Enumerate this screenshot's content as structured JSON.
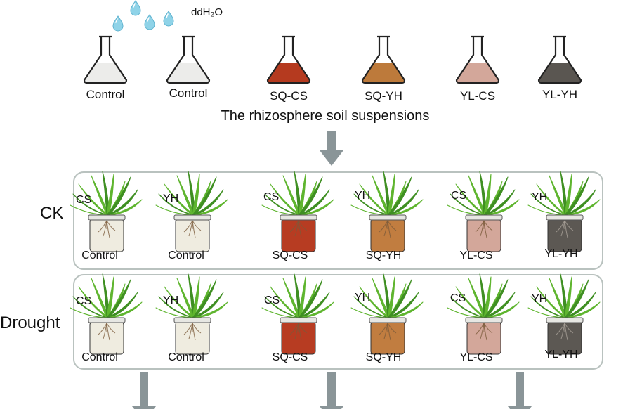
{
  "water_label": "ddH₂O",
  "title": "The rhizosphere soil suspensions",
  "flasks": [
    {
      "label": "Control",
      "fill": "#ececea"
    },
    {
      "label": "Control",
      "fill": "#ececea"
    },
    {
      "label": "SQ-CS",
      "fill": "#b53a1f"
    },
    {
      "label": "SQ-YH",
      "fill": "#bd7a3b"
    },
    {
      "label": "YL-CS",
      "fill": "#d3a79a"
    },
    {
      "label": "YL-YH",
      "fill": "#5a5651"
    }
  ],
  "rows": [
    {
      "label": "CK",
      "pots": [
        {
          "cultivar": "CS",
          "soil": "Control",
          "fill": "#efece0"
        },
        {
          "cultivar": "YH",
          "soil": "Control",
          "fill": "#efece0"
        },
        {
          "cultivar": "CS",
          "soil": "SQ-CS",
          "fill": "#b73c22"
        },
        {
          "cultivar": "YH",
          "soil": "SQ-YH",
          "fill": "#c17d40"
        },
        {
          "cultivar": "CS",
          "soil": "YL-CS",
          "fill": "#d3a79a"
        },
        {
          "cultivar": "YH",
          "soil": "YL-YH",
          "fill": "#5c5853"
        }
      ]
    },
    {
      "label": "Drought",
      "pots": [
        {
          "cultivar": "CS",
          "soil": "Control",
          "fill": "#efece0"
        },
        {
          "cultivar": "YH",
          "soil": "Control",
          "fill": "#efece0"
        },
        {
          "cultivar": "CS",
          "soil": "SQ-CS",
          "fill": "#b73c22"
        },
        {
          "cultivar": "YH",
          "soil": "SQ-YH",
          "fill": "#c17d40"
        },
        {
          "cultivar": "CS",
          "soil": "YL-CS",
          "fill": "#d3a79a"
        },
        {
          "cultivar": "YH",
          "soil": "YL-YH",
          "fill": "#5c5853"
        }
      ]
    }
  ],
  "colors": {
    "arrow": "#8a9598",
    "panel_border": "#b9c2bf",
    "water_drop": "#8fd3e8",
    "leaf": "#5fb52f",
    "leaf_dark": "#3f8f22"
  }
}
